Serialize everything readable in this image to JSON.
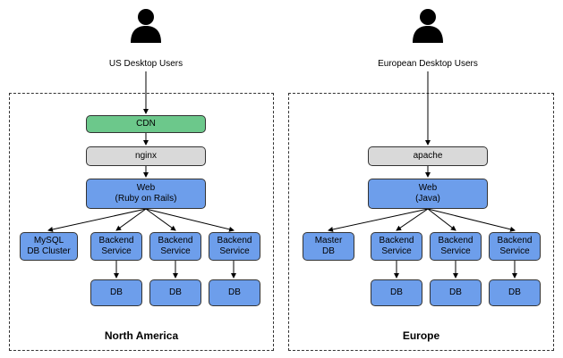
{
  "colors": {
    "service": "#6d9eeb",
    "cdn": "#6cc88b",
    "proxy": "#d9d9d9",
    "border": "#333333"
  },
  "north_america": {
    "title": "North America",
    "user": {
      "label": "US Desktop Users",
      "icon": "person-icon"
    },
    "cdn": "CDN",
    "proxy": "nginx",
    "web": "Web\n(Ruby on Rails)",
    "mysql": "MySQL\nDB Cluster",
    "backends": [
      "Backend\nService",
      "Backend\nService",
      "Backend\nService"
    ],
    "dbs": [
      "DB",
      "DB",
      "DB"
    ]
  },
  "europe": {
    "title": "Europe",
    "user": {
      "label": "European Desktop Users",
      "icon": "person-icon"
    },
    "proxy": "apache",
    "web": "Web\n(Java)",
    "master": "Master\nDB",
    "backends": [
      "Backend\nService",
      "Backend\nService",
      "Backend\nService"
    ],
    "dbs": [
      "DB",
      "DB",
      "DB"
    ]
  }
}
